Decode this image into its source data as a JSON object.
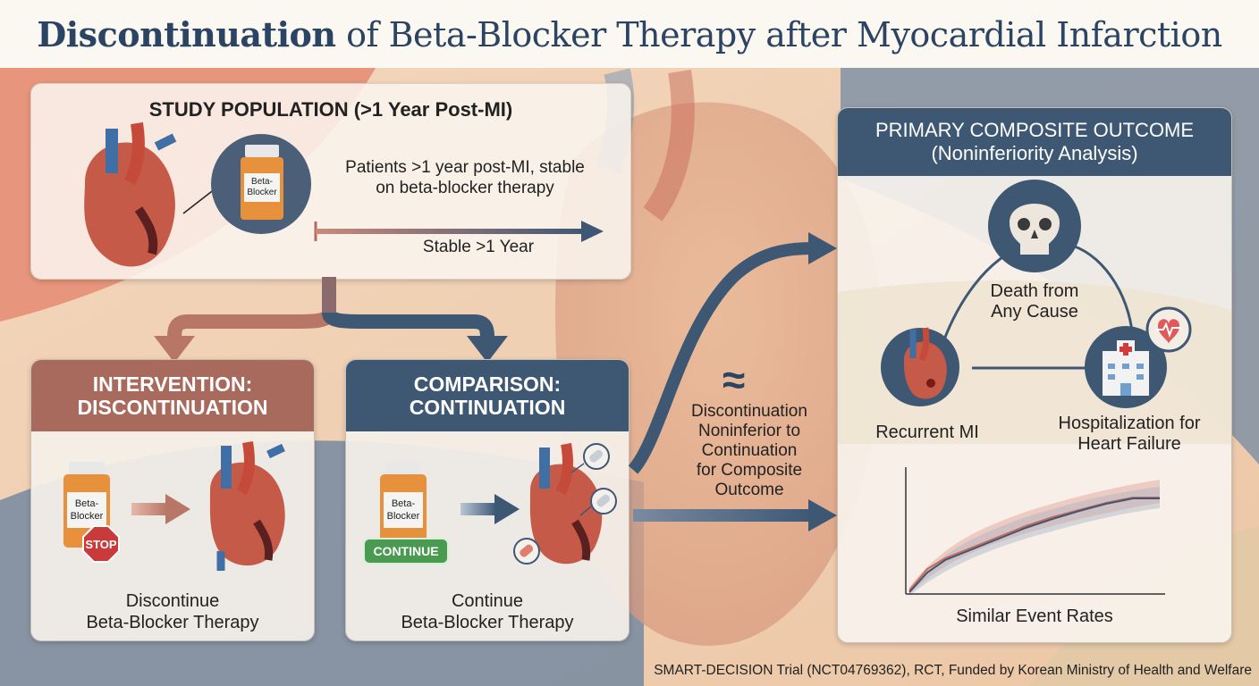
{
  "title": {
    "bold": "Discontinuation",
    "rest": " of Beta-Blocker Therapy after Myocardial Infarction"
  },
  "population": {
    "title": "STUDY POPULATION (>1 Year Post-MI)",
    "pill_label_1": "Beta-",
    "pill_label_2": "Blocker",
    "desc_1": "Patients >1 year post-MI, stable",
    "desc_2": "on beta-blocker therapy",
    "timeline_label": "Stable >1 Year"
  },
  "intervention": {
    "head_1": "INTERVENTION:",
    "head_2": "DISCONTINUATION",
    "pill_label_1": "Beta-",
    "pill_label_2": "Blocker",
    "stop_label": "STOP",
    "foot_1": "Discontinue",
    "foot_2": "Beta-Blocker Therapy"
  },
  "comparison": {
    "head_1": "COMPARISON:",
    "head_2": "CONTINUATION",
    "pill_label_1": "Beta-",
    "pill_label_2": "Blocker",
    "continue_label": "CONTINUE",
    "foot_1": "Continue",
    "foot_2": "Beta-Blocker Therapy"
  },
  "result": {
    "symbol": "≈",
    "line_1": "Discontinuation",
    "line_2": "Noninferior to",
    "line_3": "Continuation",
    "line_4": "for Composite",
    "line_5": "Outcome"
  },
  "outcome": {
    "head_1": "PRIMARY COMPOSITE OUTCOME",
    "head_2": "(Noninferiority Analysis)",
    "death_1": "Death from",
    "death_2": "Any Cause",
    "mi": "Recurrent MI",
    "hf_1": "Hospitalization for",
    "hf_2": "Heart Failure",
    "chart_caption": "Similar Event Rates"
  },
  "footer": "SMART-DECISION Trial (NCT04769362), RCT, Funded by Korean Ministry of Health and Welfare",
  "colors": {
    "navy": "#2b4463",
    "slate": "#3e5874",
    "terracotta": "#a86a5c",
    "coral": "#e07e6c",
    "stop_red": "#c93a3a",
    "continue_green": "#4a9a52"
  },
  "icons": [
    "heart-icon",
    "pill-bottle-icon",
    "skull-icon",
    "hospital-icon",
    "heart-pulse-icon",
    "stop-sign-icon",
    "pill-icon"
  ]
}
